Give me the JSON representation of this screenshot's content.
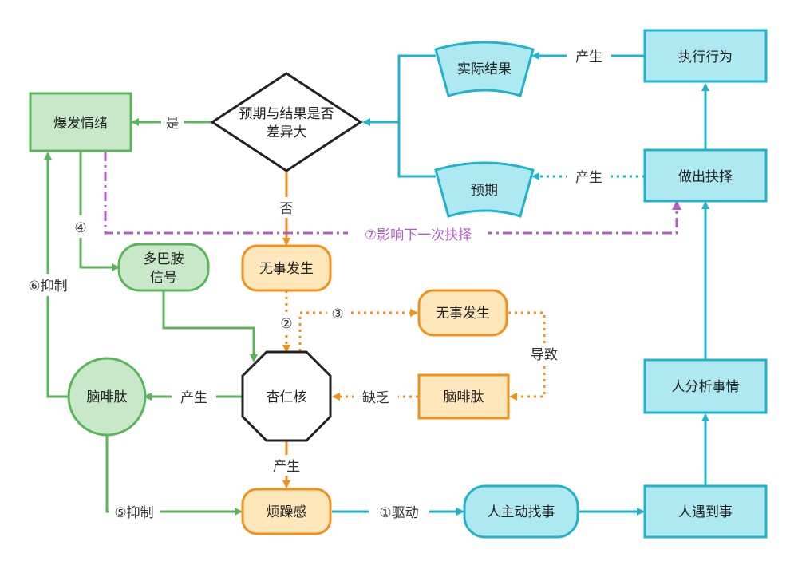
{
  "colors": {
    "cyan": "#1fb3cc",
    "cyan_fill": "#aee9f1",
    "green": "#5ab65a",
    "green_fill": "#c9e8c9",
    "orange": "#f39019",
    "orange_fill": "#fee8bb",
    "purple": "#b35bc7",
    "black": "#222222"
  },
  "nodes": {
    "execute": "执行行为",
    "actual_result": "实际结果",
    "decide": "做出抉择",
    "expectation": "预期",
    "decision_diamond_line1": "预期与结果是否",
    "decision_diamond_line2": "差异大",
    "emotion": "爆发情绪",
    "dopamine_line1": "多巴胺",
    "dopamine_line2": "信号",
    "nothing_happens_1": "无事发生",
    "nothing_happens_2": "无事发生",
    "endorphin_left": "脑啡肽",
    "endorphin_right": "脑啡肽",
    "amygdala": "杏仁核",
    "irritation": "烦躁感",
    "seek_trouble": "人主动找事",
    "meet_event": "人遇到事",
    "analyze": "人分析事情"
  },
  "edges": {
    "produce": "产生",
    "yes": "是",
    "no": "否",
    "four": "④",
    "six_inhibit": "⑥抑制",
    "five_inhibit": "⑤抑制",
    "seven_influence": "⑦影响下一次抉择",
    "two": "②",
    "three": "③",
    "lead_to": "导致",
    "lack": "缺乏",
    "one_drive": "①驱动"
  }
}
